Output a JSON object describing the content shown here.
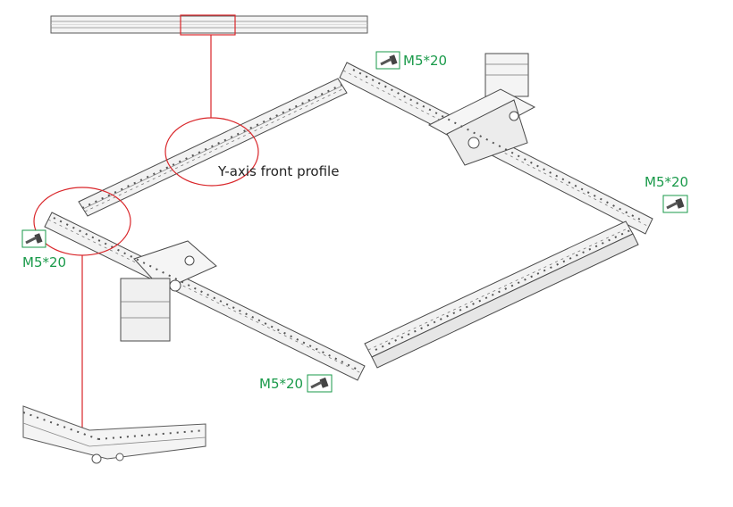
{
  "labels": {
    "front_profile": "Y-axis front profile",
    "screw_top": "M5*20",
    "screw_right": "M5*20",
    "screw_left": "M5*20",
    "screw_bottom": "M5*20"
  },
  "colors": {
    "callout": "#d9262a",
    "screw_label": "#1a9a4a",
    "profile_stroke": "#4a4a4a",
    "profile_fill": "#f1f1f1"
  },
  "icons": [
    "screw-icon",
    "stepper-motor-icon"
  ]
}
